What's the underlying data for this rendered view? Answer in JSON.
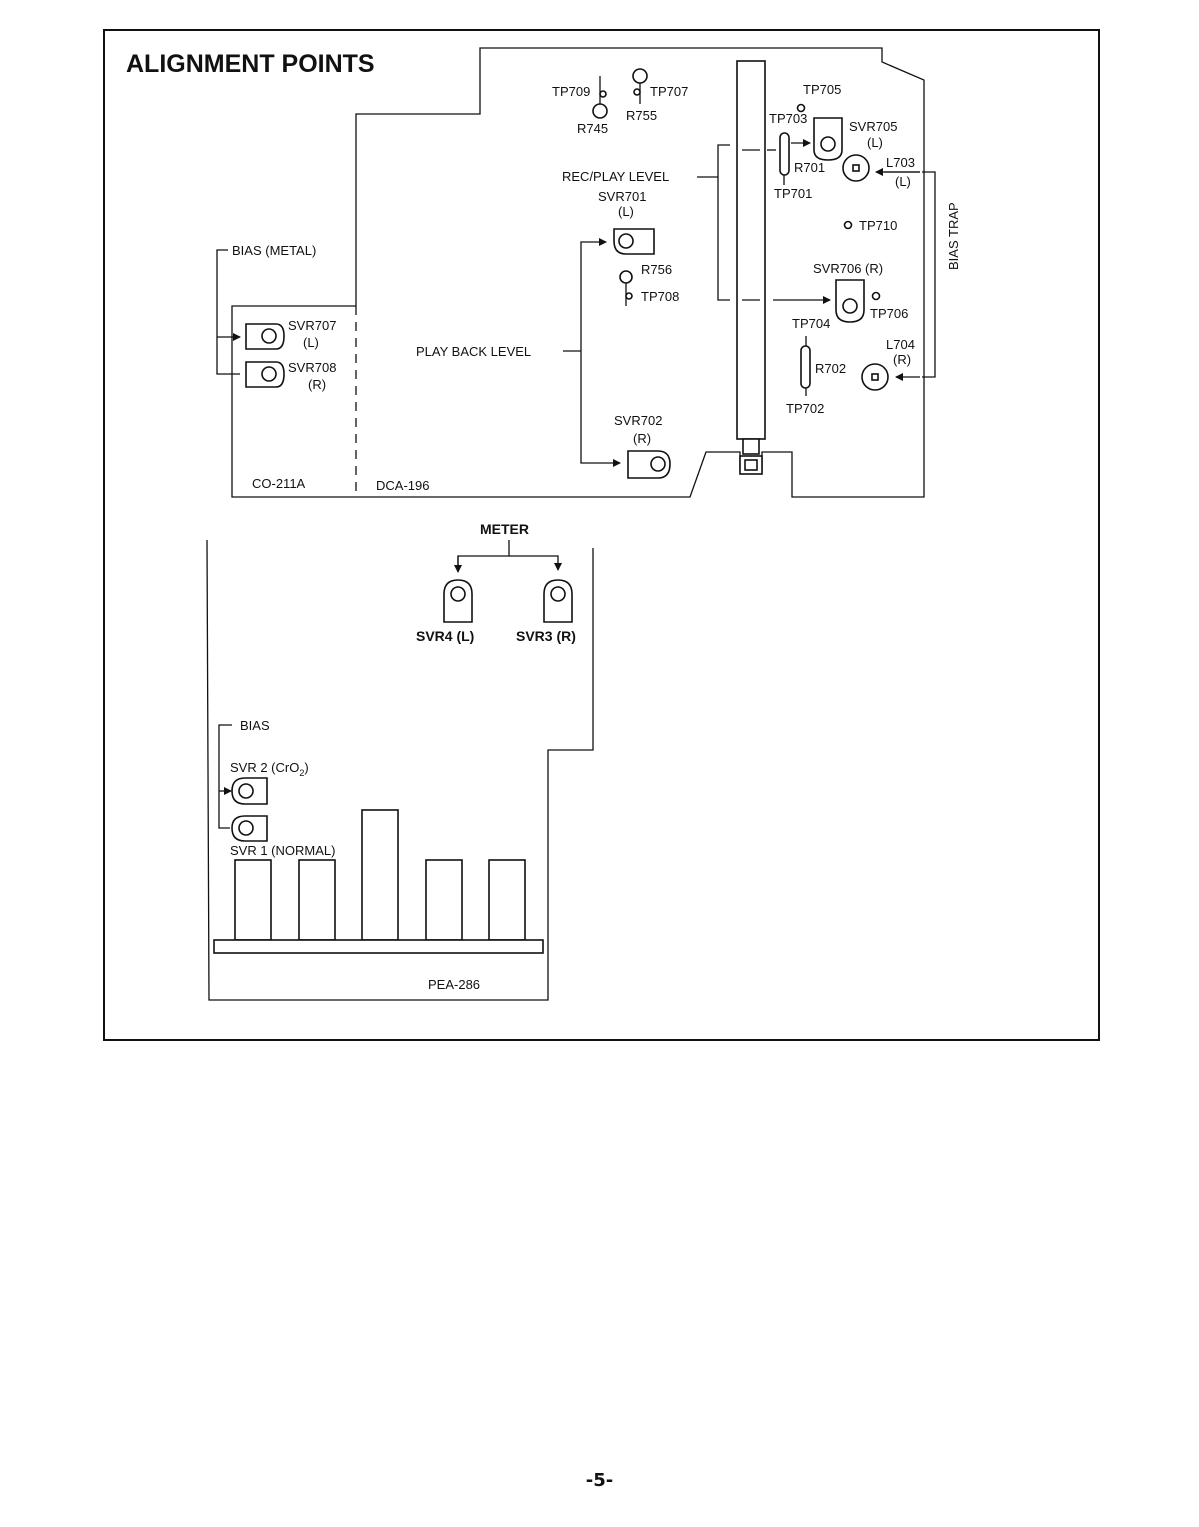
{
  "title": "ALIGNMENT POINTS",
  "page_number": "-5-",
  "boards": {
    "co": "CO-211A",
    "dca": "DCA-196",
    "pea": "PEA-286"
  },
  "groups": {
    "bias_metal": "BIAS (METAL)",
    "rec_play_level": "REC/PLAY LEVEL",
    "play_back_level": "PLAY BACK LEVEL",
    "bias_trap": "BIAS TRAP",
    "meter": "METER",
    "bias": "BIAS"
  },
  "components": {
    "svr707": "SVR707",
    "svr707_ch": "(L)",
    "svr708": "SVR708",
    "svr708_ch": "(R)",
    "svr701": "SVR701",
    "svr701_ch": "(L)",
    "svr702": "SVR702",
    "svr702_ch": "(R)",
    "svr705": "SVR705",
    "svr705_ch": "(L)",
    "svr706": "SVR706 (R)",
    "l703": "L703",
    "l703_ch": "(L)",
    "l704": "L704",
    "l704_ch": "(R)",
    "r701": "R701",
    "r702": "R702",
    "r745": "R745",
    "r755": "R755",
    "r756": "R756",
    "svr4": "SVR4 (L)",
    "svr3": "SVR3 (R)",
    "svr1": "SVR 1 (NORMAL)"
  },
  "svr2": {
    "prefix": "SVR 2 (CrO",
    "sub": "2",
    "suffix": ")"
  },
  "test_points": {
    "tp701": "TP701",
    "tp702": "TP702",
    "tp703": "TP703",
    "tp704": "TP704",
    "tp705": "TP705",
    "tp706": "TP706",
    "tp707": "TP707",
    "tp708": "TP708",
    "tp709": "TP709",
    "tp710": "TP710"
  }
}
